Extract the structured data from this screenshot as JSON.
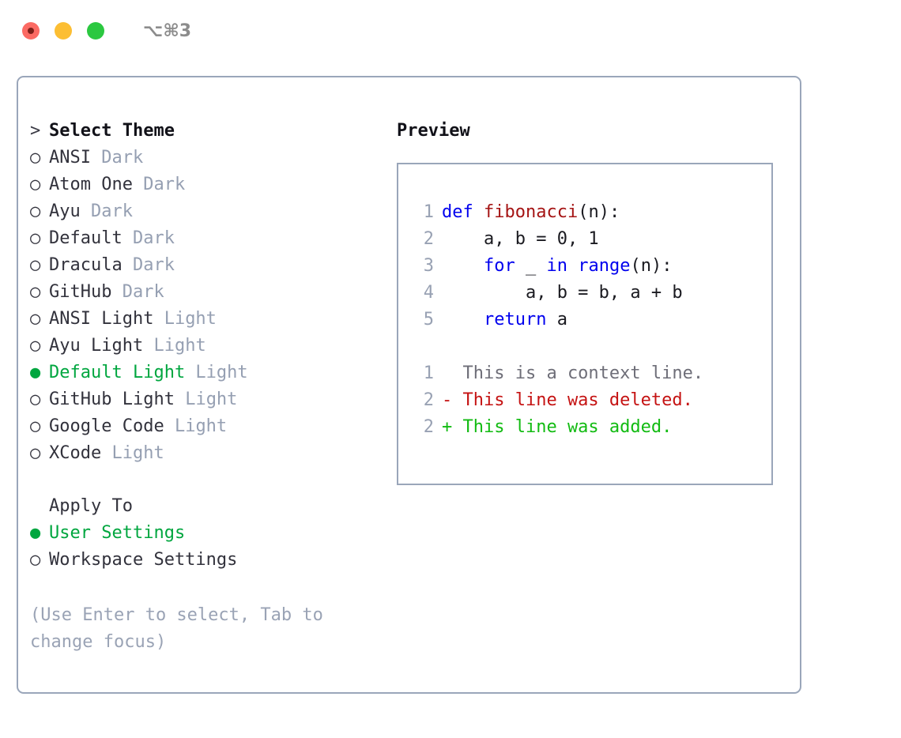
{
  "window": {
    "title": "⌥⌘3",
    "controls": [
      {
        "name": "close",
        "color": "#fb6a63"
      },
      {
        "name": "minimize",
        "color": "#fcbe33"
      },
      {
        "name": "maximize",
        "color": "#2bc840"
      }
    ]
  },
  "theme_picker": {
    "heading": "Select Theme",
    "heading_marker": ">",
    "items": [
      {
        "marker": "○",
        "label": "ANSI",
        "variant": "Dark",
        "selected": false
      },
      {
        "marker": "○",
        "label": "Atom One",
        "variant": "Dark",
        "selected": false
      },
      {
        "marker": "○",
        "label": "Ayu",
        "variant": "Dark",
        "selected": false
      },
      {
        "marker": "○",
        "label": "Default",
        "variant": "Dark",
        "selected": false
      },
      {
        "marker": "○",
        "label": "Dracula",
        "variant": "Dark",
        "selected": false
      },
      {
        "marker": "○",
        "label": "GitHub",
        "variant": "Dark",
        "selected": false
      },
      {
        "marker": "○",
        "label": "ANSI Light",
        "variant": "Light",
        "selected": false
      },
      {
        "marker": "○",
        "label": "Ayu Light",
        "variant": "Light",
        "selected": false
      },
      {
        "marker": "●",
        "label": "Default Light",
        "variant": "Light",
        "selected": true
      },
      {
        "marker": "○",
        "label": "GitHub Light",
        "variant": "Light",
        "selected": false
      },
      {
        "marker": "○",
        "label": "Google Code",
        "variant": "Light",
        "selected": false
      },
      {
        "marker": "○",
        "label": "XCode",
        "variant": "Light",
        "selected": false
      }
    ]
  },
  "apply_to": {
    "heading": "Apply To",
    "heading_marker": " ",
    "items": [
      {
        "marker": "●",
        "label": "User Settings",
        "selected": true
      },
      {
        "marker": "○",
        "label": "Workspace Settings",
        "selected": false
      }
    ]
  },
  "hint": "(Use Enter to select, Tab to change focus)",
  "preview": {
    "title": "Preview",
    "code_lines": [
      {
        "no": "1",
        "tokens": [
          {
            "t": "def",
            "c": "kw"
          },
          {
            "t": " ",
            "c": "plain"
          },
          {
            "t": "fibonacci",
            "c": "fn"
          },
          {
            "t": "(n):",
            "c": "plain"
          }
        ]
      },
      {
        "no": "2",
        "tokens": [
          {
            "t": "    a, b = 0, 1",
            "c": "plain"
          }
        ]
      },
      {
        "no": "3",
        "tokens": [
          {
            "t": "    ",
            "c": "plain"
          },
          {
            "t": "for",
            "c": "kw"
          },
          {
            "t": " _ ",
            "c": "plain"
          },
          {
            "t": "in",
            "c": "kw"
          },
          {
            "t": " ",
            "c": "plain"
          },
          {
            "t": "range",
            "c": "kw"
          },
          {
            "t": "(n):",
            "c": "plain"
          }
        ]
      },
      {
        "no": "4",
        "tokens": [
          {
            "t": "        a, b = b, a + b",
            "c": "plain"
          }
        ]
      },
      {
        "no": "5",
        "tokens": [
          {
            "t": "    ",
            "c": "plain"
          },
          {
            "t": "return",
            "c": "kw"
          },
          {
            "t": " a",
            "c": "plain"
          }
        ]
      }
    ],
    "diff_lines": [
      {
        "no": "1",
        "sign": " ",
        "text": "  This is a context line.",
        "kind": "ctx"
      },
      {
        "no": "2",
        "sign": " ",
        "text": "- This line was deleted.",
        "kind": "del"
      },
      {
        "no": "2",
        "sign": " ",
        "text": "+ This line was added.",
        "kind": "add"
      }
    ]
  },
  "colors": {
    "accent_green": "#00a63f",
    "muted": "#959fb2",
    "border": "#9aa6ba",
    "keyword_blue": "#0000ee",
    "function_red": "#a51414",
    "diff_add": "#12bb12",
    "diff_del": "#c51313"
  }
}
